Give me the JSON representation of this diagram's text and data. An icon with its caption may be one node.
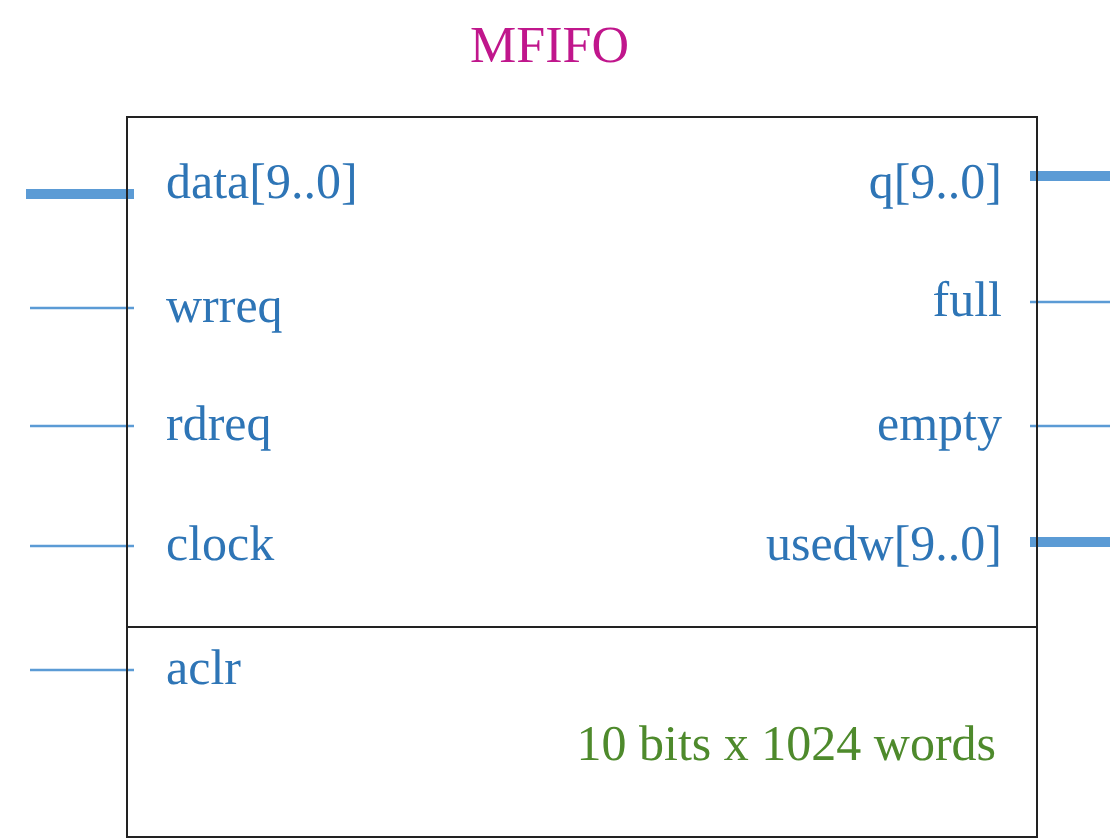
{
  "diagram": {
    "title": "MFIFO",
    "nodes": [
      {
        "text": [],
        "shape": "box"
      },
      {
        "text": [
          "data[9..0]"
        ],
        "in": 0
      },
      {
        "text": [
          "wrreq"
        ],
        "in": 0
      },
      {
        "text": [
          "rdreq"
        ],
        "in": 0
      },
      {
        "text": [
          "clock"
        ],
        "in": 0
      },
      {
        "text": [
          "aclr"
        ],
        "in": 0
      },
      {
        "text": [
          "q[9..0]"
        ],
        "in": 0
      },
      {
        "text": [
          "full"
        ],
        "in": 0
      },
      {
        "text": [
          "empty"
        ],
        "in": 0
      },
      {
        "text": [
          "usedw[9..0]"
        ],
        "in": 0
      }
    ],
    "edges": [
      {
        "from": null,
        "to": 1,
        "arrow": "none",
        "style": "thick"
      },
      {
        "from": null,
        "to": 2,
        "arrow": "none"
      },
      {
        "from": null,
        "to": 3,
        "arrow": "none"
      },
      {
        "from": null,
        "to": 4,
        "arrow": "none"
      },
      {
        "from": null,
        "to": 5,
        "arrow": "none"
      },
      {
        "from": 6,
        "to": null,
        "arrow": "none",
        "style": "thick"
      },
      {
        "from": 7,
        "to": null,
        "arrow": "none"
      },
      {
        "from": 8,
        "to": null,
        "arrow": "none"
      },
      {
        "from": 9,
        "to": null,
        "arrow": "none",
        "style": "thick"
      }
    ],
    "labels": [
      "10 bits x 1024 words"
    ]
  }
}
